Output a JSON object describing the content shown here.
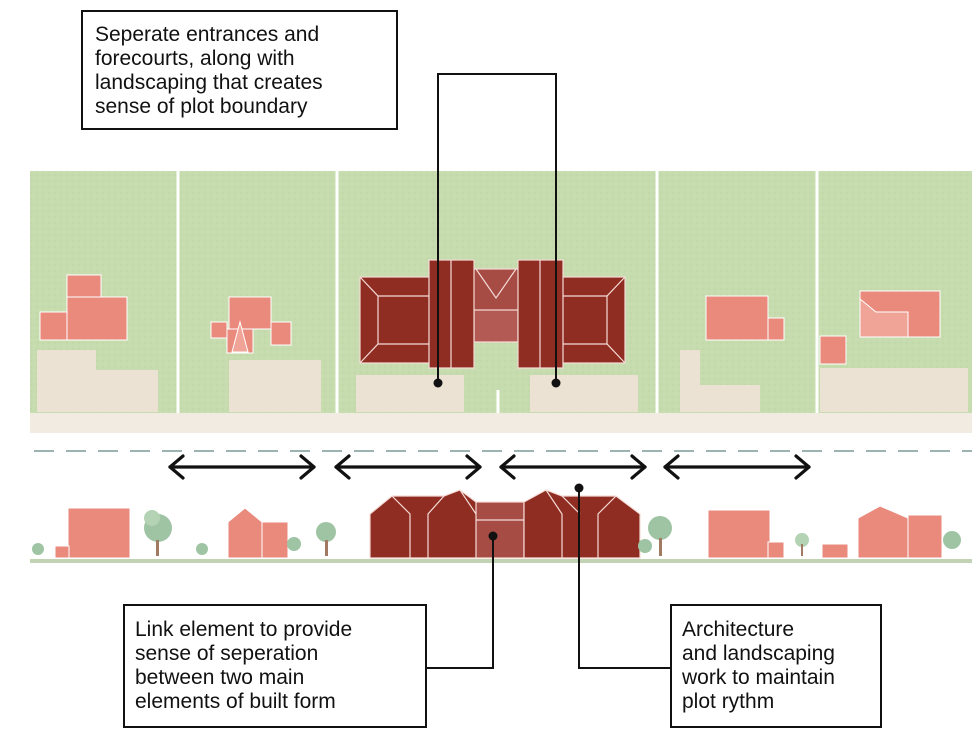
{
  "callouts": {
    "top": {
      "lines": [
        "Seperate entrances and",
        "forecourts, along with",
        "landscaping that creates",
        "sense of plot boundary"
      ]
    },
    "bottom_left": {
      "lines": [
        "Link element to provide",
        "sense of seperation",
        "between two main",
        "elements of built form"
      ]
    },
    "bottom_right": {
      "lines": [
        "Architecture",
        "and landscaping",
        "work to maintain",
        "plot rythm"
      ]
    }
  },
  "colors": {
    "lawn": "#c6dcae",
    "forecourt": "#ebe2d3",
    "pavement": "#f1ebe2",
    "feature_building": "#8f2d23",
    "feature_link": "#a74b45",
    "neighbour_building": "#ea8a7d",
    "leader_line": "#111111",
    "road_dash": "#9db3b1"
  },
  "icons": [
    "double-headed-arrow-icon",
    "tree-icon",
    "shrub-icon",
    "leader-dot-icon"
  ]
}
